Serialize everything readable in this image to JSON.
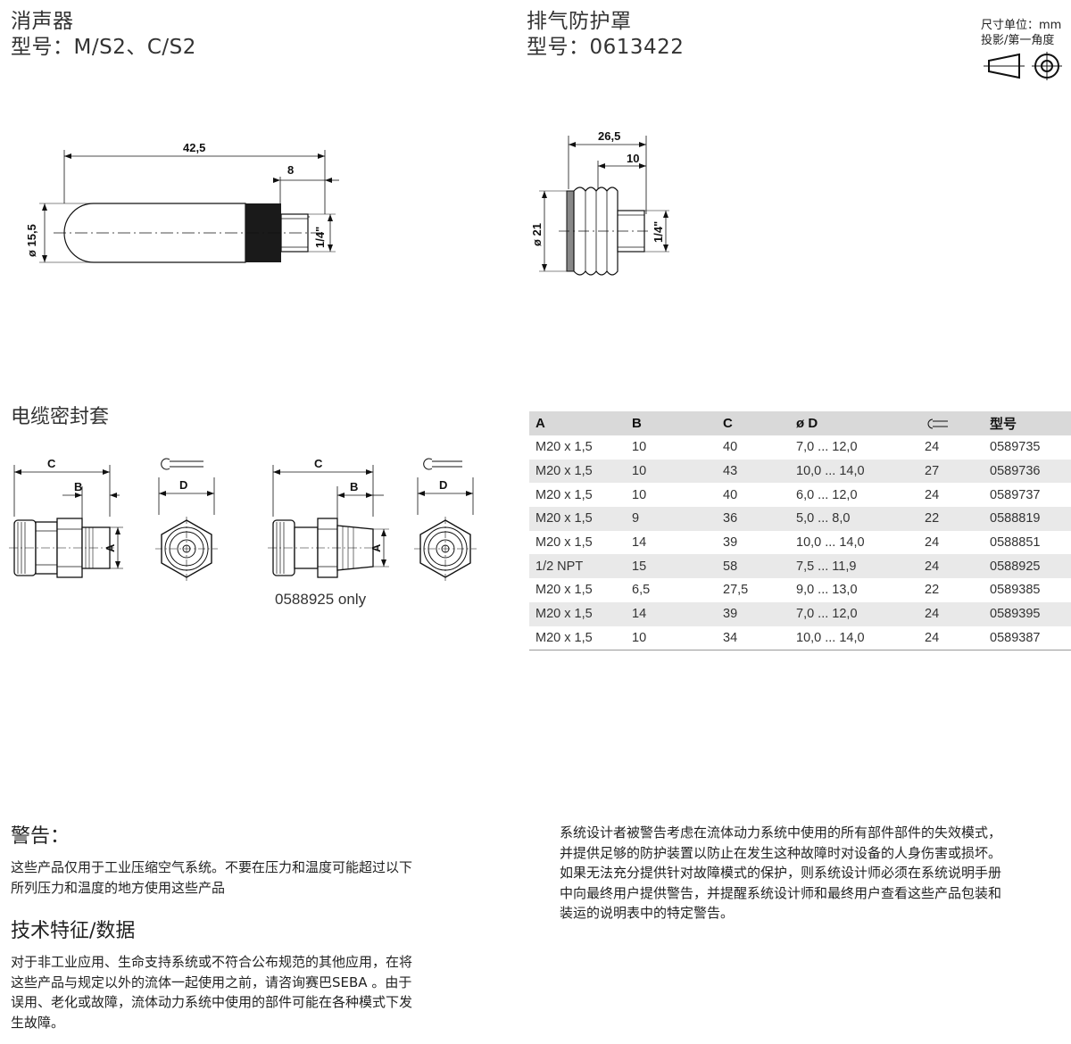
{
  "muffler": {
    "title": "消声器",
    "model": "型号：M/S2、C/S2"
  },
  "exhaust_guard": {
    "title": "排气防护罩",
    "model": "型号：0613422"
  },
  "units": {
    "line1": "尺寸单位：mm",
    "line2": "投影/第一角度"
  },
  "muffler_dims": {
    "length": "42,5",
    "thread_len": "8",
    "dia": "ø 15,5",
    "thread": "1/4\""
  },
  "guard_dims": {
    "length": "26,5",
    "thread_len": "10",
    "dia": "ø 21",
    "thread": "1/4\""
  },
  "gland": {
    "title": "电缆密封套",
    "dim_c": "C",
    "dim_b": "B",
    "dim_a": "A",
    "dim_d": "D",
    "note": "0588925 only"
  },
  "table": {
    "headers": [
      "A",
      "B",
      "C",
      "ø D",
      "",
      "型号"
    ],
    "rows": [
      [
        "M20 x 1,5",
        "10",
        "40",
        "7,0 ... 12,0",
        "24",
        "0589735"
      ],
      [
        "M20 x 1,5",
        "10",
        "43",
        "10,0 ... 14,0",
        "27",
        "0589736"
      ],
      [
        "M20 x 1,5",
        "10",
        "40",
        "6,0 ... 12,0",
        "24",
        "0589737"
      ],
      [
        "M20 x 1,5",
        "9",
        "36",
        "5,0 ... 8,0",
        "22",
        "0588819"
      ],
      [
        "M20 x 1,5",
        "14",
        "39",
        "10,0 ... 14,0",
        "24",
        "0588851"
      ],
      [
        "1/2 NPT",
        "15",
        "58",
        "7,5 ... 11,9",
        "24",
        "0588925"
      ],
      [
        "M20 x 1,5",
        "6,5",
        "27,5",
        "9,0 ... 13,0",
        "22",
        "0589385"
      ],
      [
        "M20 x 1,5",
        "14",
        "39",
        "7,0 ... 12,0",
        "24",
        "0589395"
      ],
      [
        "M20 x 1,5",
        "10",
        "34",
        "10,0 ... 14,0",
        "24",
        "0589387"
      ]
    ]
  },
  "warning": {
    "title": "警告：",
    "lines": [
      "这些产品仅用于工业压缩空气系统。不要在压力和温度可能超过以下",
      "所列压力和温度的地方使用这些产品"
    ]
  },
  "tech": {
    "title": "技术特征/数据",
    "lines": [
      "对于非工业应用、生命支持系统或不符合公布规范的其他应用，在将",
      "这些产品与规定以外的流体一起使用之前，请咨询赛巴SEBA 。由于",
      "误用、老化或故障，流体动力系统中使用的部件可能在各种模式下发",
      "生故障。"
    ]
  },
  "designer_note": {
    "lines": [
      "系统设计者被警告考虑在流体动力系统中使用的所有部件部件的失效模式，",
      "并提供足够的防护装置以防止在发生这种故障时对设备的人身伤害或损坏。",
      "如果无法充分提供针对故障模式的保护，则系统设计师必须在系统说明手册",
      "中向最终用户提供警告，并提醒系统设计师和最终用户查看这些产品包装和",
      "装运的说明表中的特定警告。"
    ]
  }
}
